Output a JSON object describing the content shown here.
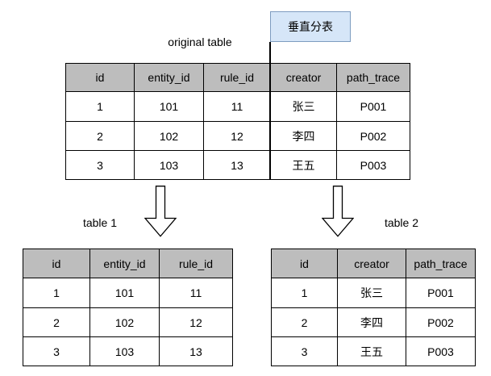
{
  "diagram": {
    "callout": {
      "label": "垂直分表"
    },
    "labels": {
      "original": "original table",
      "table1": "table 1",
      "table2": "table 2"
    }
  },
  "tables": {
    "original": {
      "headers": [
        "id",
        "entity_id",
        "rule_id",
        "creator",
        "path_trace"
      ],
      "rows": [
        [
          "1",
          "101",
          "11",
          "张三",
          "P001"
        ],
        [
          "2",
          "102",
          "12",
          "李四",
          "P002"
        ],
        [
          "3",
          "103",
          "13",
          "王五",
          "P003"
        ]
      ]
    },
    "table1": {
      "headers": [
        "id",
        "entity_id",
        "rule_id"
      ],
      "rows": [
        [
          "1",
          "101",
          "11"
        ],
        [
          "2",
          "102",
          "12"
        ],
        [
          "3",
          "103",
          "13"
        ]
      ]
    },
    "table2": {
      "headers": [
        "id",
        "creator",
        "path_trace"
      ],
      "rows": [
        [
          "1",
          "张三",
          "P001"
        ],
        [
          "2",
          "李四",
          "P002"
        ],
        [
          "3",
          "王五",
          "P003"
        ]
      ]
    }
  },
  "colors": {
    "header_bg": "#bdbdbd",
    "callout_bg": "#d6e6f8",
    "callout_border": "#7e9cc0",
    "line": "#000000",
    "canvas_bg": "#ffffff"
  }
}
